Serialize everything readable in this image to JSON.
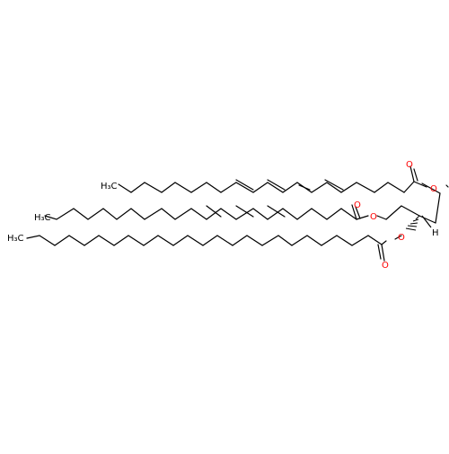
{
  "molecule": {
    "atom_labels": {
      "o_ester1": "O",
      "o_carbonyl1": "O",
      "o_ester2": "O",
      "o_carbonyl2": "O",
      "o_ester3": "O",
      "o_carbonyl3": "O",
      "h_stereo": "H",
      "ch3_chain1": "H₃C",
      "ch3_chain2": "H₃C",
      "ch3_chain3": "H₃C"
    },
    "colors": {
      "bond": "#000000",
      "oxygen": "#ff0000",
      "hydrogen": "#000000"
    }
  }
}
